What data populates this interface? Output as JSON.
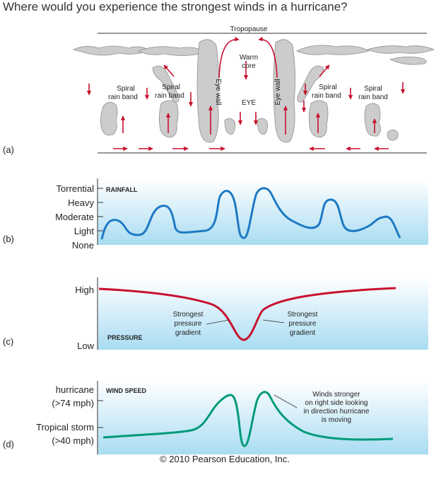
{
  "question": "Where would you experience the strongest winds in a hurricane?",
  "panel_a": {
    "letter": "(a)",
    "tropopause": "Tropopause",
    "warm_core_line1": "Warm",
    "warm_core_line2": "core",
    "eye": "EYE",
    "eye_wall": "Eye wall",
    "spiral": "Spiral",
    "rain_band": "rain band"
  },
  "panel_b": {
    "letter": "(b)",
    "title": "RAINFALL",
    "levels": [
      "Torrential",
      "Heavy",
      "Moderate",
      "Light",
      "None"
    ]
  },
  "panel_c": {
    "letter": "(c)",
    "title": "PRESSURE",
    "high": "High",
    "low": "Low",
    "note_line1": "Strongest",
    "note_line2": "pressure",
    "note_line3": "gradient"
  },
  "panel_d": {
    "letter": "(d)",
    "title": "WIND SPEED",
    "hurricane_line1": "hurricane",
    "hurricane_line2": "(>74 mph)",
    "storm_line1": "Tropical storm",
    "storm_line2": "(>40 mph)",
    "note_lines": [
      "Winds stronger",
      "on right side looking",
      "in direction hurricane",
      "is moving"
    ]
  },
  "copyright": "© 2010 Pearson Education, Inc.",
  "colors": {
    "panel_bg": "#a9dcf2",
    "rain_curve": "#1d79c4",
    "pressure_curve": "#c8102e",
    "wind_curve": "#009a7a",
    "arrow": "#c8102e",
    "cloud": "#c9c9c9"
  }
}
